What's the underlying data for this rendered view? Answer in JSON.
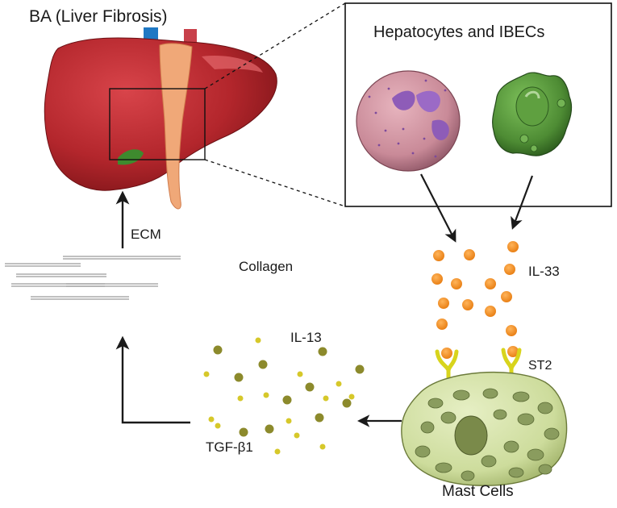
{
  "labels": {
    "title": "BA (Liver Fibrosis)",
    "inset_title": "Hepatocytes and IBECs",
    "ecm": "ECM",
    "collagen": "Collagen",
    "il33": "IL-33",
    "il13": "IL-13",
    "st2": "ST2",
    "tgf": "TGF-β1",
    "mast_cells": "Mast Cells"
  },
  "colors": {
    "liver": "#b3262c",
    "gallbladder_duct": "#f0a878",
    "hepatocyte": "#c98a98",
    "ibec": "#4e8c34",
    "il33_dot": "#f08a1c",
    "mast_cell": "#cddc9c",
    "st2_receptor": "#d8d41c",
    "il13_dot": "#8c8a2c",
    "tgf_dot": "#d6c82a",
    "vein_blue": "#1f78c4",
    "artery_red": "#c8404a"
  }
}
